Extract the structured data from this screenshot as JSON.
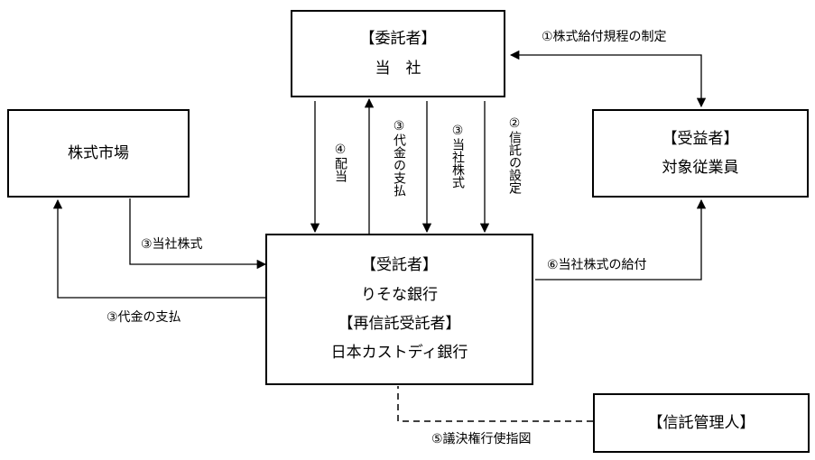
{
  "entities": {
    "company": {
      "role": "【委託者】",
      "name": "当　社"
    },
    "market": {
      "name": "株式市場"
    },
    "beneficiary": {
      "role": "【受益者】",
      "name": "対象従業員"
    },
    "trustee": {
      "role": "【受託者】",
      "name": "りそな銀行",
      "role2": "【再信託受託者】",
      "name2": "日本カストディ銀行"
    },
    "administrator": {
      "name": "【信託管理人】"
    }
  },
  "flows": {
    "f1": "①株式給付規程の制定",
    "f2": "②信託の設定",
    "f3_stock": "③当社株式",
    "f3_pay": "③代金の支払",
    "f4": "④配当",
    "f3_market_stock": "③当社株式",
    "f3_market_pay": "③代金の支払",
    "f5": "⑤議決権行使指図",
    "f6": "⑥当社株式の給付"
  }
}
